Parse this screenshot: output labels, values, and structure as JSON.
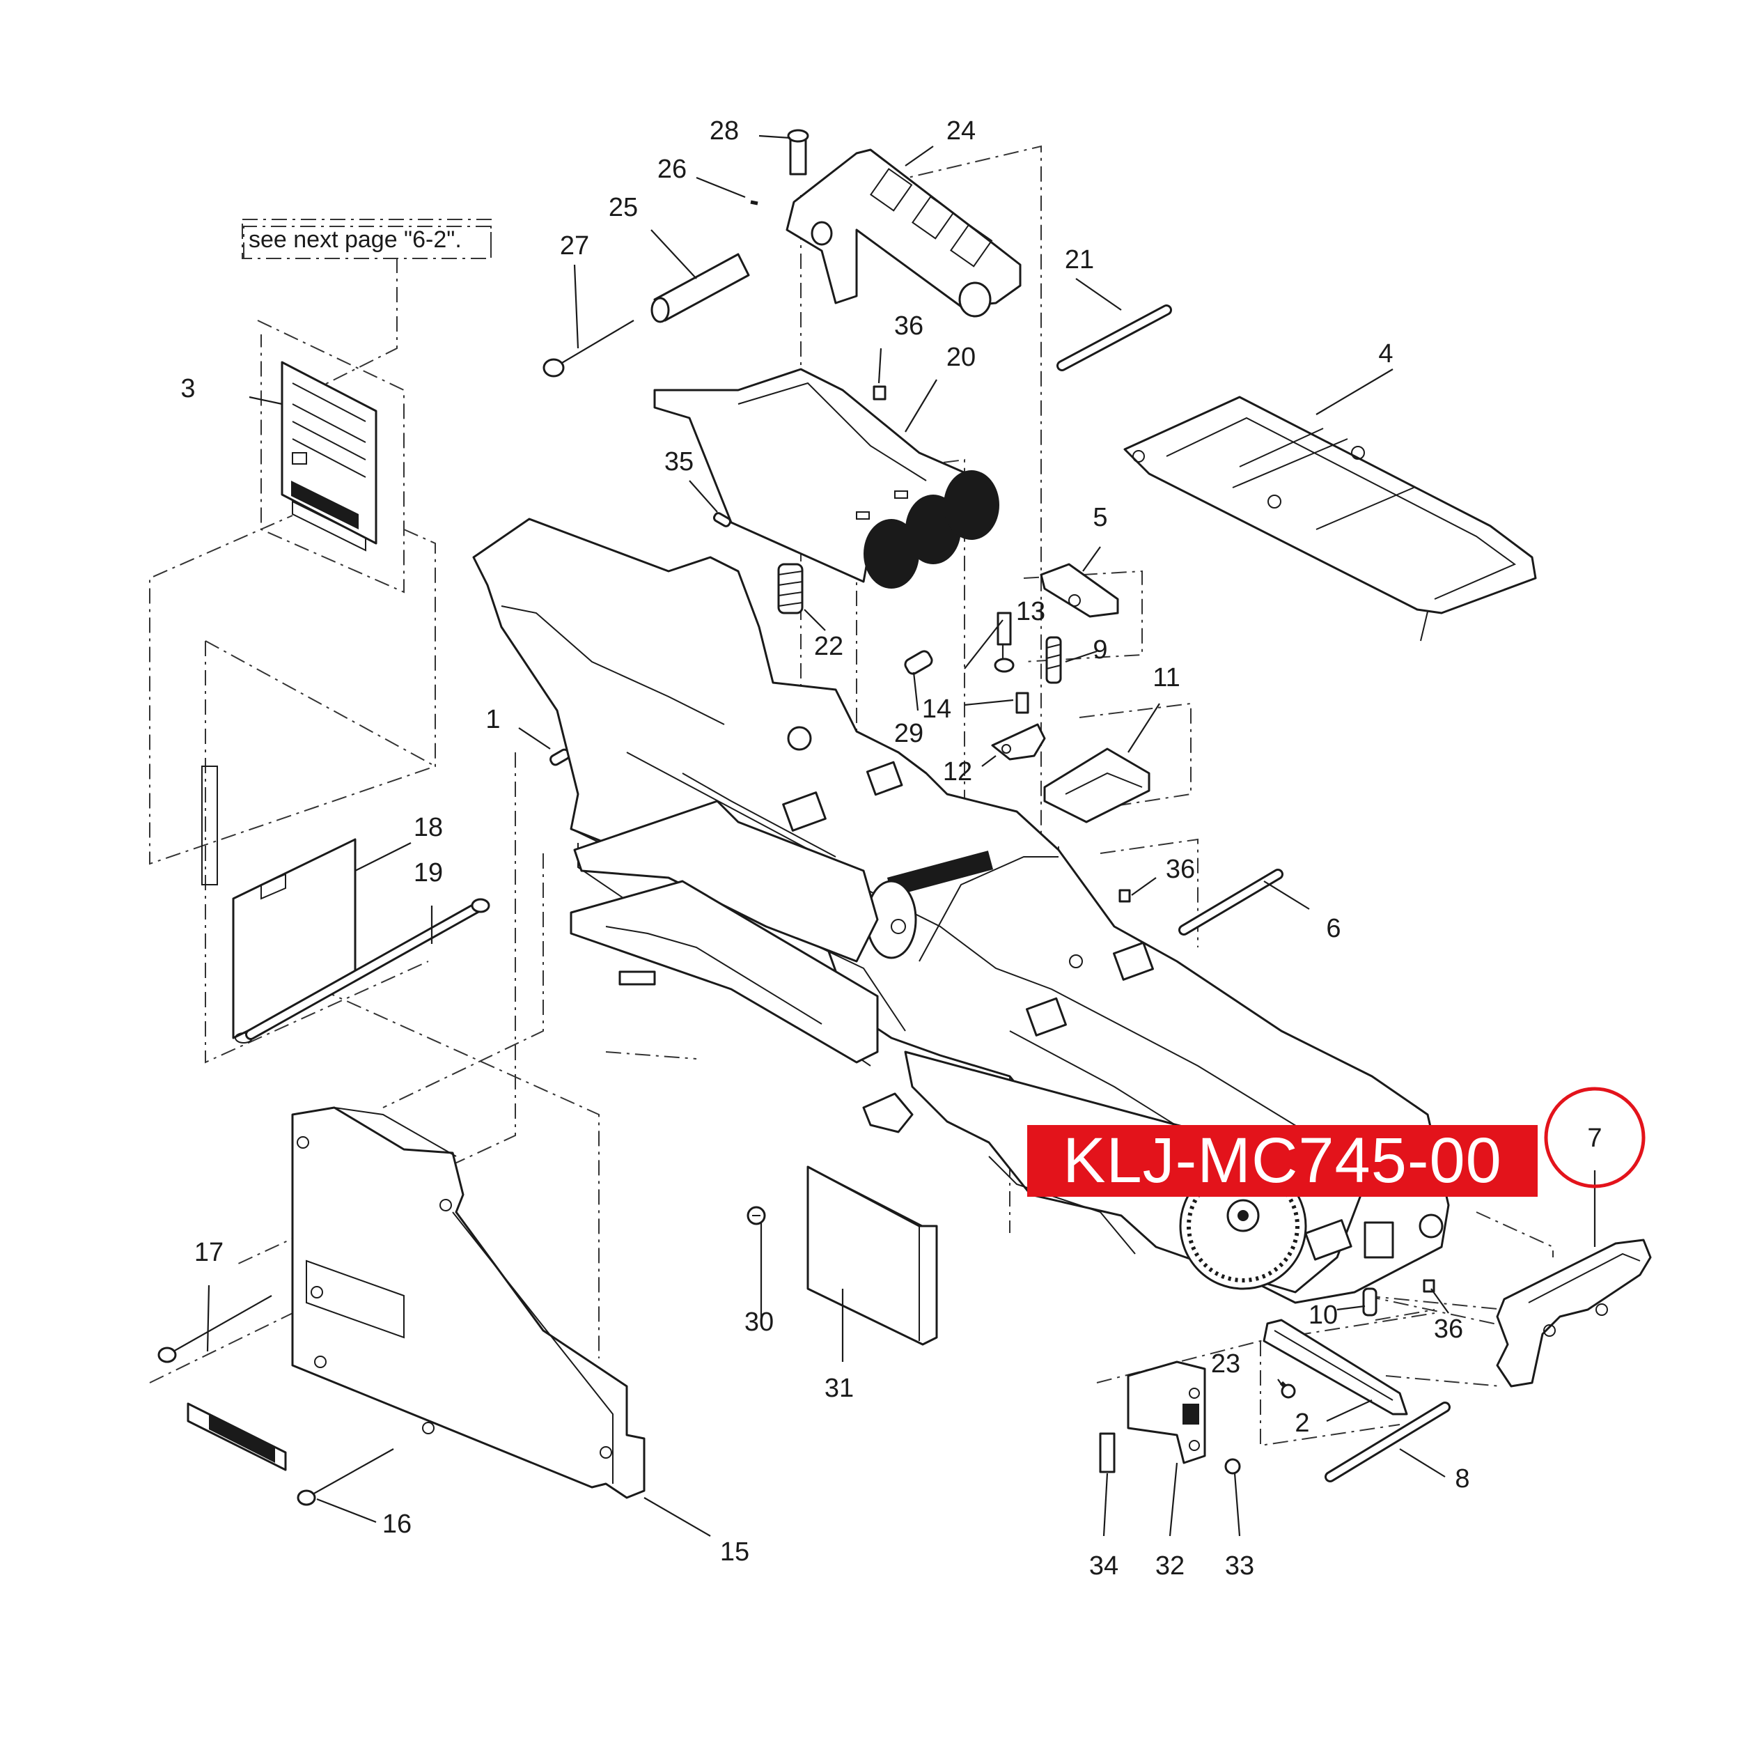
{
  "note": {
    "text": "see next page \"6-2\"."
  },
  "banner": {
    "text": "KLJ-MC745-00",
    "background": "#e3131b"
  },
  "highlight": {
    "label": "7",
    "ring_color": "#e3131b"
  },
  "callouts": {
    "c1": "1",
    "c2": "2",
    "c3": "3",
    "c4": "4",
    "c5": "5",
    "c6": "6",
    "c8": "8",
    "c9": "9",
    "c10": "10",
    "c11": "11",
    "c12": "12",
    "c13": "13",
    "c14": "14",
    "c15": "15",
    "c16": "16",
    "c17": "17",
    "c18": "18",
    "c19": "19",
    "c20": "20",
    "c21": "21",
    "c22": "22",
    "c23": "23",
    "c24": "24",
    "c25": "25",
    "c26": "26",
    "c27": "27",
    "c28": "28",
    "c29": "29",
    "c30": "30",
    "c31": "31",
    "c32": "32",
    "c33": "33",
    "c34": "34",
    "c35": "35",
    "c36a": "36",
    "c36b": "36",
    "c36c": "36"
  }
}
